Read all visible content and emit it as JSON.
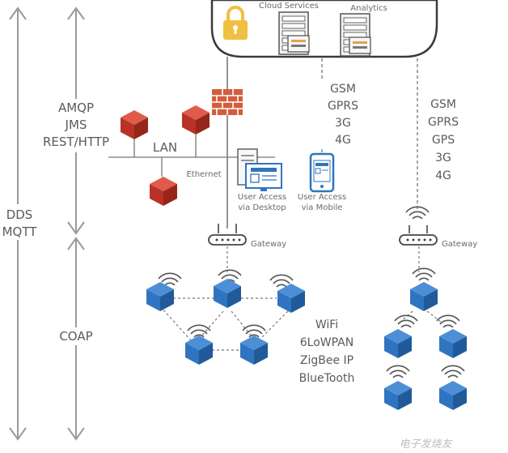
{
  "left_labels": {
    "outer_protocols": [
      "DDS",
      "MQTT"
    ],
    "upper_protocols": [
      "AMQP",
      "JMS",
      "REST/HTTP"
    ],
    "lower_protocols": [
      "COAP"
    ]
  },
  "cloud": {
    "services_label": "Cloud Services",
    "analytics_label": "Analytics"
  },
  "lan": {
    "lan_label": "LAN",
    "ethernet_label": "Ethernet"
  },
  "mobile_protocols_middle": [
    "GSM",
    "GPRS",
    "3G",
    "4G"
  ],
  "mobile_protocols_right": [
    "GSM",
    "GPRS",
    "GPS",
    "3G",
    "4G"
  ],
  "access": {
    "desktop": [
      "User Access",
      "via Desktop"
    ],
    "mobile": [
      "User Access",
      "via Mobile"
    ]
  },
  "gateway_label": "Gateway",
  "wireless_protocols": [
    "WiFi",
    "6LoWPAN",
    "ZigBee IP",
    "BlueTooth"
  ],
  "watermark": "电子发烧友",
  "colors": {
    "red_node": "#c0392b",
    "blue_node": "#2f74c0",
    "firewall": "#d35c3a",
    "lock": "#f0c040",
    "arrow": "#9a9a9a",
    "text": "#5a5a5a"
  }
}
